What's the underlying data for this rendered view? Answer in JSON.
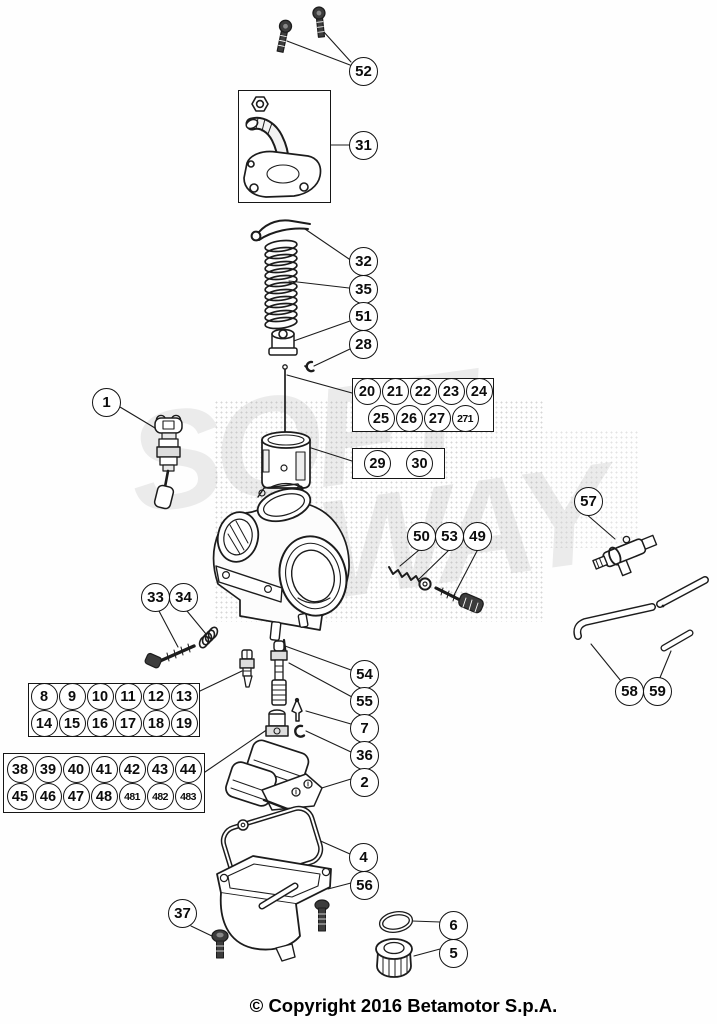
{
  "watermark": {
    "line1": "SOFT",
    "line2": "WAY"
  },
  "footer": {
    "copyright": "© Copyright 2016 Betamotor S.p.A."
  },
  "colors": {
    "line_art": "#1c1c1c",
    "watermark_gray": "#ebebeb",
    "background": "#ffffff"
  },
  "callouts": {
    "c1": "1",
    "c2": "2",
    "c4": "4",
    "c5": "5",
    "c6": "6",
    "c7": "7",
    "c28": "28",
    "c31": "31",
    "c32": "32",
    "c33": "33",
    "c34": "34",
    "c35": "35",
    "c36": "36",
    "c37": "37",
    "c49": "49",
    "c50": "50",
    "c51": "51",
    "c52": "52",
    "c53": "53",
    "c54": "54",
    "c55": "55",
    "c56": "56",
    "c57": "57",
    "c58": "58",
    "c59": "59",
    "g1r1": [
      "20",
      "21",
      "22",
      "23",
      "24"
    ],
    "g1r2": [
      "25",
      "26",
      "27",
      "271"
    ],
    "g2r1": [
      "29",
      "30"
    ],
    "g3r1": [
      "8",
      "9",
      "10",
      "11",
      "12",
      "13"
    ],
    "g3r2": [
      "14",
      "15",
      "16",
      "17",
      "18",
      "19"
    ],
    "g4r1": [
      "38",
      "39",
      "40",
      "41",
      "42",
      "43",
      "44"
    ],
    "g4r2": [
      "45",
      "46",
      "47",
      "48",
      "481",
      "482",
      "483"
    ]
  }
}
